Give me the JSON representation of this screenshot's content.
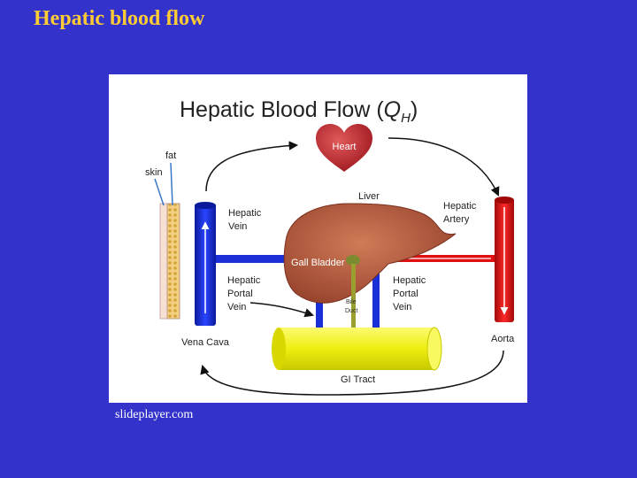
{
  "slide": {
    "title": "Hepatic blood flow",
    "source": "slideplayer.com"
  },
  "diagram": {
    "title_main": "Hepatic Blood Flow (",
    "title_italic": "Q",
    "title_sub": "H",
    "title_close": ")",
    "labels": {
      "heart": "Heart",
      "fat": "fat",
      "skin": "skin",
      "liver": "Liver",
      "hepatic_vein_1": "Hepatic",
      "hepatic_vein_2": "Vein",
      "hepatic_artery_1": "Hepatic",
      "hepatic_artery_2": "Artery",
      "gall_bladder": "Gall Bladder",
      "portal_left_1": "Hepatic",
      "portal_left_2": "Portal",
      "portal_left_3": "Vein",
      "portal_right_1": "Hepatic",
      "portal_right_2": "Portal",
      "portal_right_3": "Vein",
      "bile_1": "Bile",
      "bile_2": "Duct",
      "vena_cava": "Vena Cava",
      "aorta": "Aorta",
      "gi_tract": "GI Tract"
    },
    "colors": {
      "vein": "#1a2fd6",
      "artery": "#e01010",
      "heart": "#c0282e",
      "liver": "#b4543c",
      "gi_tract": "#f0ee10",
      "bile_duct": "#9aa030"
    }
  }
}
